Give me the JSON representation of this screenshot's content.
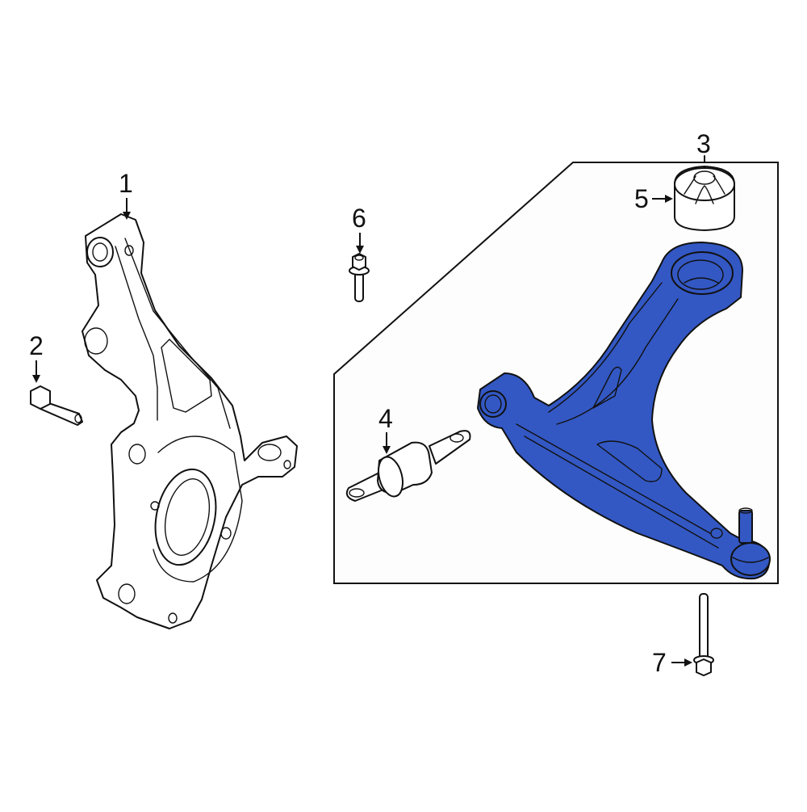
{
  "diagram": {
    "title": "Front suspension lower control arm exploded parts diagram",
    "highlight_color": "#3358c4",
    "line_color": "#111111",
    "background": "#ffffff",
    "group_box_label": "3",
    "callouts": [
      {
        "id": "1",
        "label": "1",
        "part": "steering-knuckle"
      },
      {
        "id": "2",
        "label": "2",
        "part": "knuckle-bolt"
      },
      {
        "id": "3",
        "label": "3",
        "part": "lower-control-arm-assembly"
      },
      {
        "id": "4",
        "label": "4",
        "part": "front-bushing"
      },
      {
        "id": "5",
        "label": "5",
        "part": "rear-bushing"
      },
      {
        "id": "6",
        "label": "6",
        "part": "control-arm-bolt"
      },
      {
        "id": "7",
        "label": "7",
        "part": "ball-joint-bolt"
      }
    ]
  }
}
